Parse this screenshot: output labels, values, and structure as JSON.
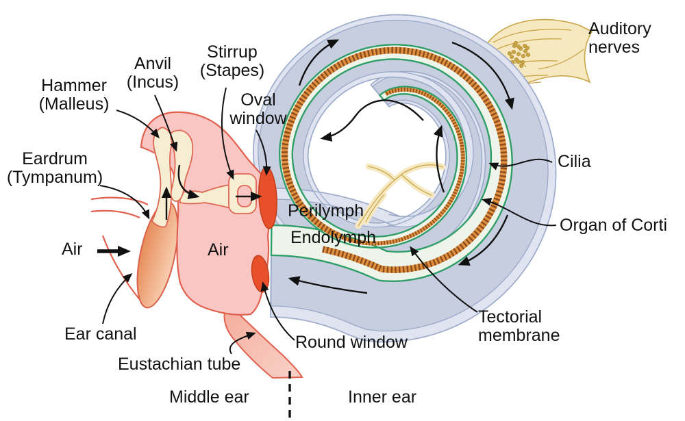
{
  "figure": {
    "subject": "Anatomy of the middle ear and inner ear (cochlea, uncoiled view)"
  },
  "labels": {
    "hammer": {
      "line1": "Hammer",
      "line2": "(Malleus)"
    },
    "anvil": {
      "line1": "Anvil",
      "line2": "(Incus)"
    },
    "stirrup": {
      "line1": "Stirrup",
      "line2": "(Stapes)"
    },
    "oval_window": {
      "line1": "Oval",
      "line2": "window"
    },
    "eardrum": {
      "line1": "Eardrum",
      "line2": "(Tympanum)"
    },
    "auditory_nerves": {
      "line1": "Auditory",
      "line2": "nerves"
    },
    "tectorial": {
      "line1": "Tectorial",
      "line2": "membrane"
    },
    "air_outer": "Air",
    "air_middle": "Air",
    "perilymph": "Perilymph",
    "endolymph": "Endolymph",
    "cilia": "Cilia",
    "organ_of_corti": "Organ of Corti",
    "round_window": "Round window",
    "ear_canal": "Ear canal",
    "eustachian_tube": "Eustachian tube",
    "middle_ear": "Middle ear",
    "inner_ear": "Inner ear"
  },
  "colors": {
    "band_blue": "#c7cedf",
    "band_casing": "#9dabca",
    "band_rim": "#dfe4f0",
    "channel_green": "#2f9e68",
    "channel_fill": "#eef4ea",
    "stripe_orange": "#e0903e",
    "stripe_tick": "#8a4c1c",
    "middle_ear_pink": "#f9c6c3",
    "pink_outline": "#e2604e",
    "ossicle_cream": "#f7edd3",
    "ossicle_outline": "#dd6752",
    "window_red": "#e8502b",
    "nerve_fill": "#f6e8c0",
    "nerve_line": "#c9a547",
    "eardrum_dark": "#e58550",
    "eardrum_light": "#f7c9aa",
    "ink": "#111111",
    "background": "#ffffff"
  }
}
